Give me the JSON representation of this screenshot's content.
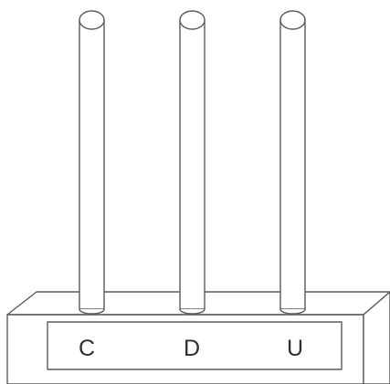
{
  "abacus": {
    "rods": [
      {
        "label": "C"
      },
      {
        "label": "D"
      },
      {
        "label": "U"
      }
    ]
  }
}
